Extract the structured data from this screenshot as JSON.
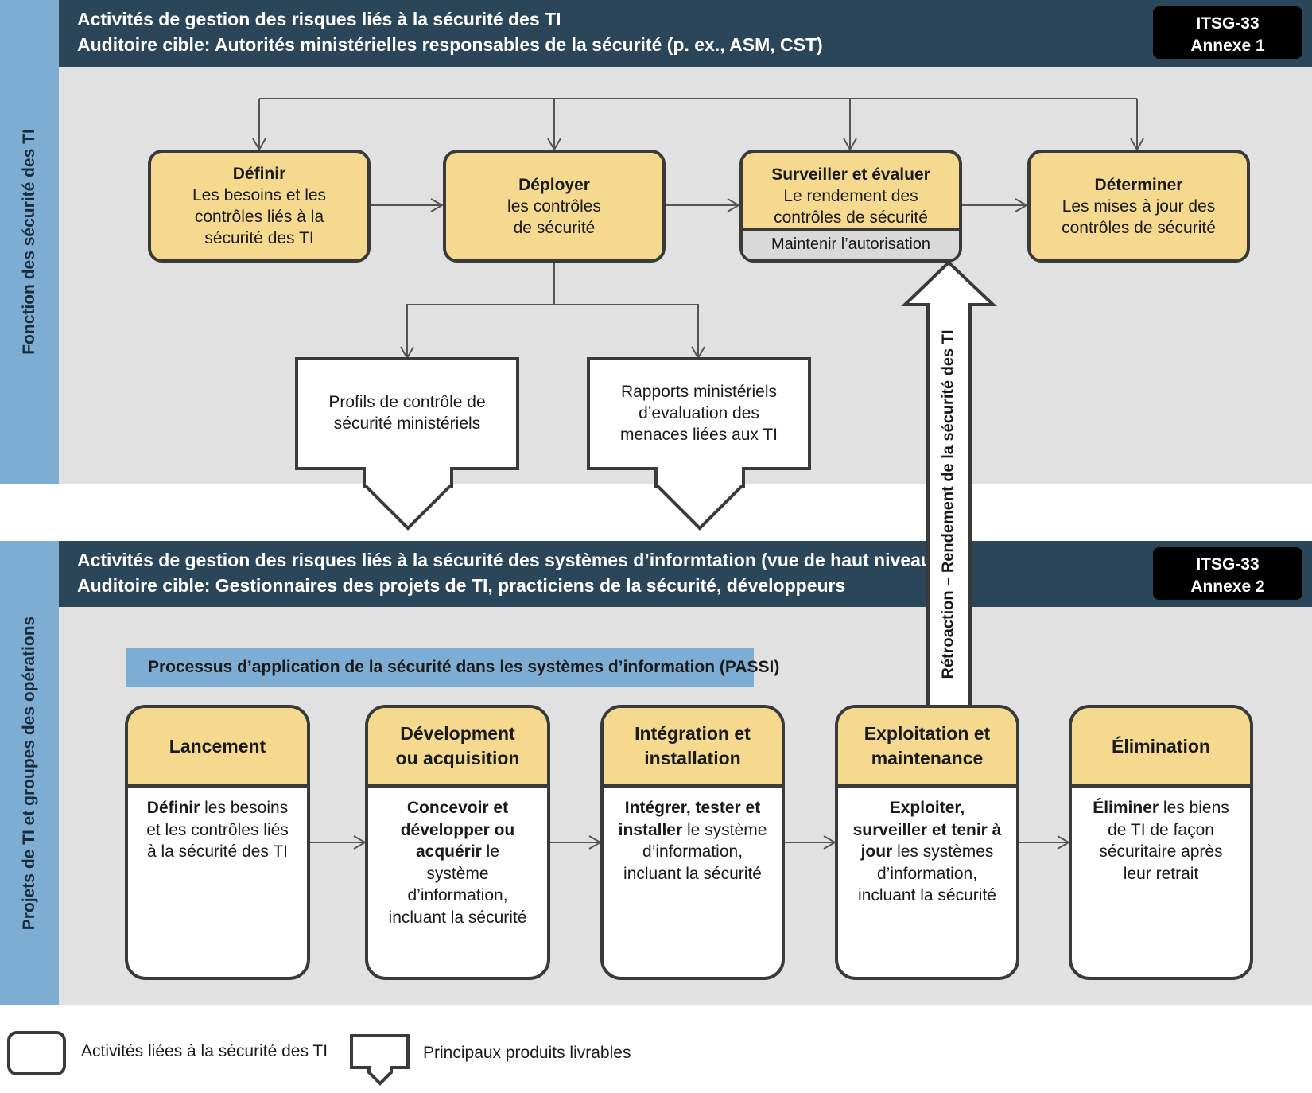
{
  "top": {
    "side_label": "Fonction des sécurité des TI",
    "header_line1": "Activités de gestion des risques liés à la sécurité des TI",
    "header_line2": "Auditoire cible: Autorités ministérielles responsables de la sécurité (p. ex., ASM, CST)",
    "badge_line1": "ITSG-33",
    "badge_line2": "Annexe 1",
    "boxes": [
      {
        "title": "Définir",
        "lines": [
          "Les besoins et les",
          "contrôles liés à la",
          "sécurité des TI"
        ]
      },
      {
        "title": "Déployer",
        "lines": [
          "les contrôles",
          "de sécurité"
        ]
      },
      {
        "title": "Surveiller et évaluer",
        "lines": [
          "Le rendement des",
          "contrôles de sécurité"
        ],
        "footer": "Maintenir l’autorisation"
      },
      {
        "title": "Déterminer",
        "lines": [
          "Les mises à jour des",
          "contrôles de sécurité"
        ]
      }
    ],
    "deliverables": [
      {
        "lines": [
          "Profils de contrôle de",
          "sécurité ministériels"
        ]
      },
      {
        "lines": [
          "Rapports ministériels",
          "d’evaluation des",
          "menaces liées aux TI"
        ]
      }
    ]
  },
  "feedback_label": "Rétroaction – Rendement de la sécurité des TI",
  "bottom": {
    "side_label": "Projets de TI et groupes des opérations",
    "header_line1": "Activités de gestion des risques liés à la sécurité des systèmes d’informtation (vue de haut niveau)",
    "header_line2": "Auditoire cible: Gestionnaires des projets de TI, practiciens de la sécurité, développeurs",
    "badge_line1": "ITSG-33",
    "badge_line2": "Annexe 2",
    "passi_label": "Processus d’application de la sécurité dans les systèmes d’information (PASSI)",
    "phases": [
      {
        "title1": "Lancement",
        "title2": "",
        "bold": "Définir",
        "rest": " les besoins et les contrôles liés à la sécurité des TI"
      },
      {
        "title1": "Dévelopment",
        "title2": "ou acquisition",
        "bold": "Concevoir et développer ou acquérir",
        "rest": " le système d’information, incluant la sécurité"
      },
      {
        "title1": "Intégration et",
        "title2": "installation",
        "bold": "Intégrer, tester et installer",
        "rest": " le système d’information, incluant la sécurité"
      },
      {
        "title1": "Exploitation et",
        "title2": "maintenance",
        "bold": "Exploiter, surveiller et tenir à jour",
        "rest": " les systèmes d’information, incluant la sécurité"
      },
      {
        "title1": "Élimination",
        "title2": "",
        "bold": "Éliminer",
        "rest": " les biens de TI de façon sécuritaire après leur retrait"
      }
    ]
  },
  "legend": {
    "activities": "Activités liées à la sécurité des TI",
    "deliverables": "Principaux produits livrables"
  }
}
